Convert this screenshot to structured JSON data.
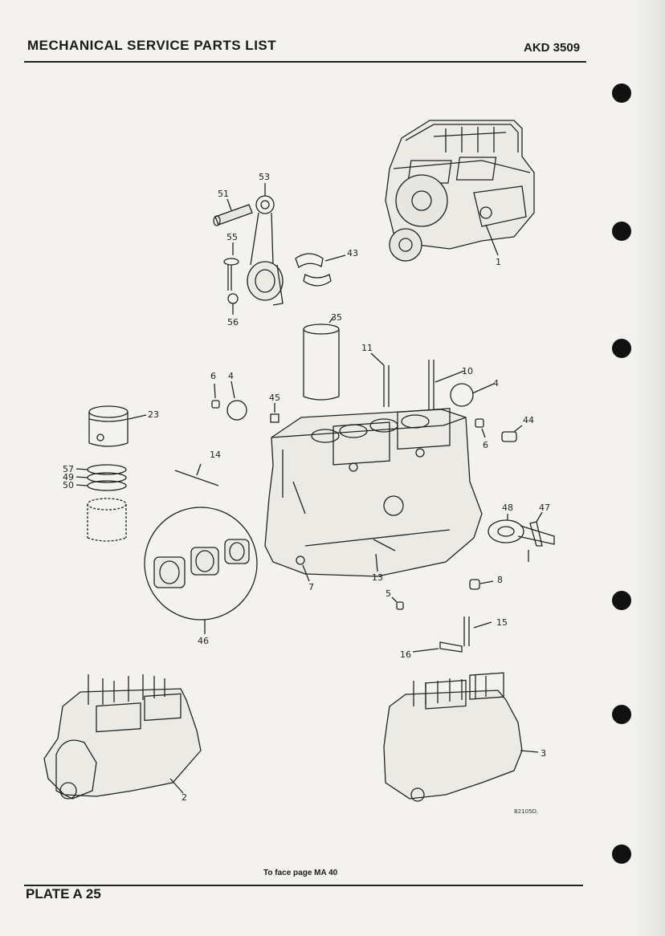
{
  "header": {
    "title": "MECHANICAL SERVICE PARTS LIST",
    "reference": "AKD 3509"
  },
  "footer": {
    "note": "To face page MA 40",
    "plate": "PLATE A 25"
  },
  "drawing_code": "B2105D.",
  "callouts": {
    "c1": "1",
    "c2": "2",
    "c3": "3",
    "c4a": "4",
    "c4b": "4",
    "c5": "5",
    "c6a": "6",
    "c6b": "6",
    "c7": "7",
    "c8": "8",
    "c10": "10",
    "c11": "11",
    "c13": "13",
    "c14": "14",
    "c15": "15",
    "c16": "16",
    "c23": "23",
    "c35": "35",
    "c43": "43",
    "c44": "44",
    "c45": "45",
    "c46": "46",
    "c47": "47",
    "c48": "48",
    "c49": "49",
    "c50": "50",
    "c51": "51",
    "c53": "53",
    "c55": "55",
    "c56": "56",
    "c57": "57"
  }
}
